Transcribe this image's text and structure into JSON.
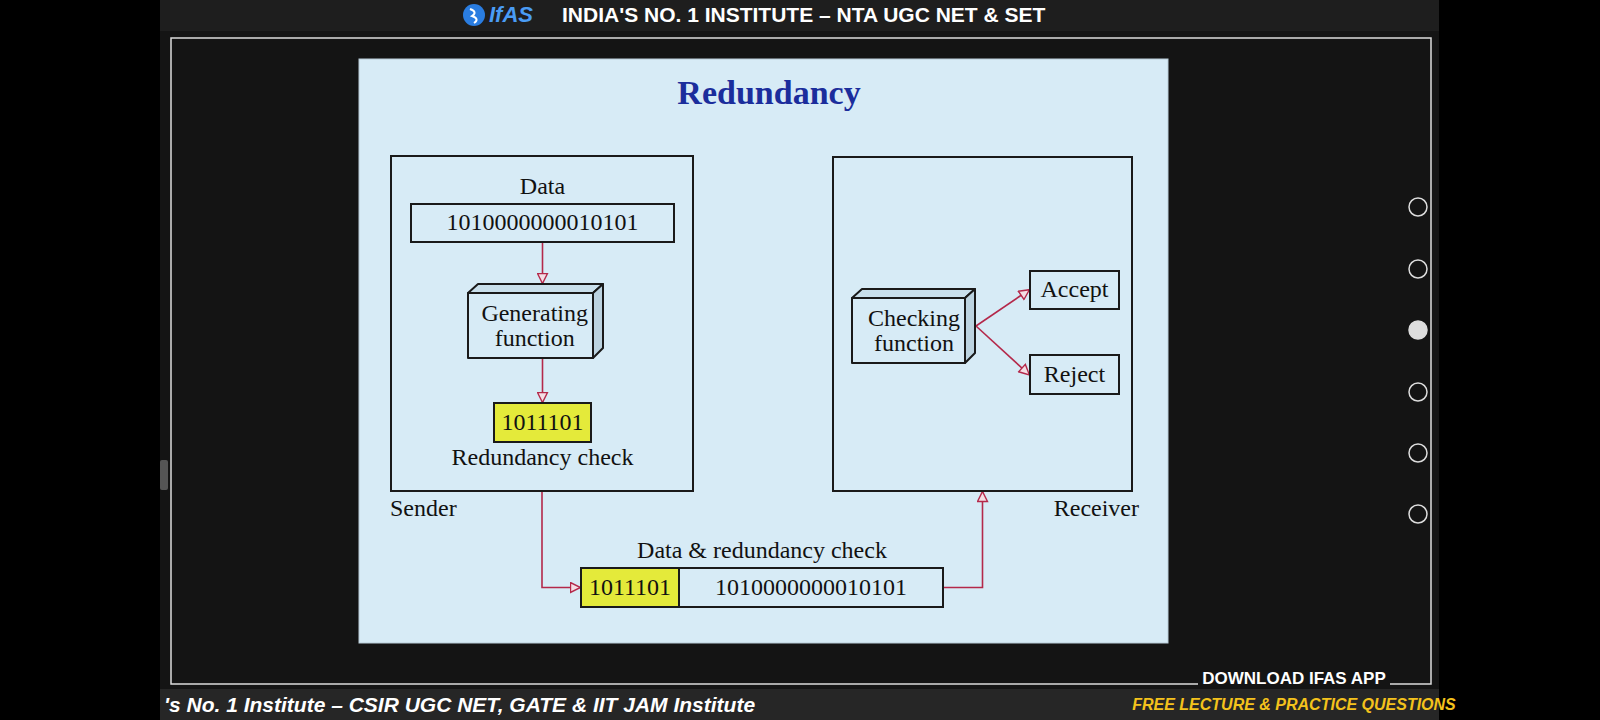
{
  "diagram": {
    "title": "Redundancy",
    "nodes": [
      {
        "text": [
          "Sender"
        ]
      },
      {
        "text": [
          "Data",
          "1010000000010101"
        ],
        "in": 0
      },
      {
        "text": [
          "Generating function"
        ],
        "in": 0
      },
      {
        "text": [
          "1011101",
          "Redundancy check"
        ],
        "in": 0
      },
      {
        "text": [
          "Receiver"
        ]
      },
      {
        "text": [
          "Checking function"
        ],
        "in": 4
      },
      {
        "text": [
          "Accept"
        ],
        "in": 4
      },
      {
        "text": [
          "Reject"
        ],
        "in": 4
      },
      {
        "text": [
          "Data & redundancy check"
        ]
      },
      {
        "text": [
          "1011101"
        ],
        "in": 8
      },
      {
        "text": [
          "1010000000010101"
        ],
        "in": 8
      }
    ],
    "edges": [
      {
        "from": 1,
        "to": 2,
        "arrow": "to"
      },
      {
        "from": 2,
        "to": 3,
        "arrow": "to"
      },
      {
        "from": 0,
        "to": 8,
        "arrow": "to"
      },
      {
        "from": 8,
        "to": 4,
        "arrow": "to"
      },
      {
        "from": 5,
        "to": 6,
        "arrow": "to"
      },
      {
        "from": 5,
        "to": 7,
        "arrow": "to"
      }
    ],
    "labels": [
      "IfAS",
      "INDIA'S NO. 1 INSTITUTE – NTA UGC NET & SET",
      "'s No. 1 Institute – CSIR UGC NET, GATE & IIT JAM Institute",
      "DOWNLOAD IFAS APP",
      "FREE LECTURE & PRACTICE QUESTIONS"
    ]
  }
}
